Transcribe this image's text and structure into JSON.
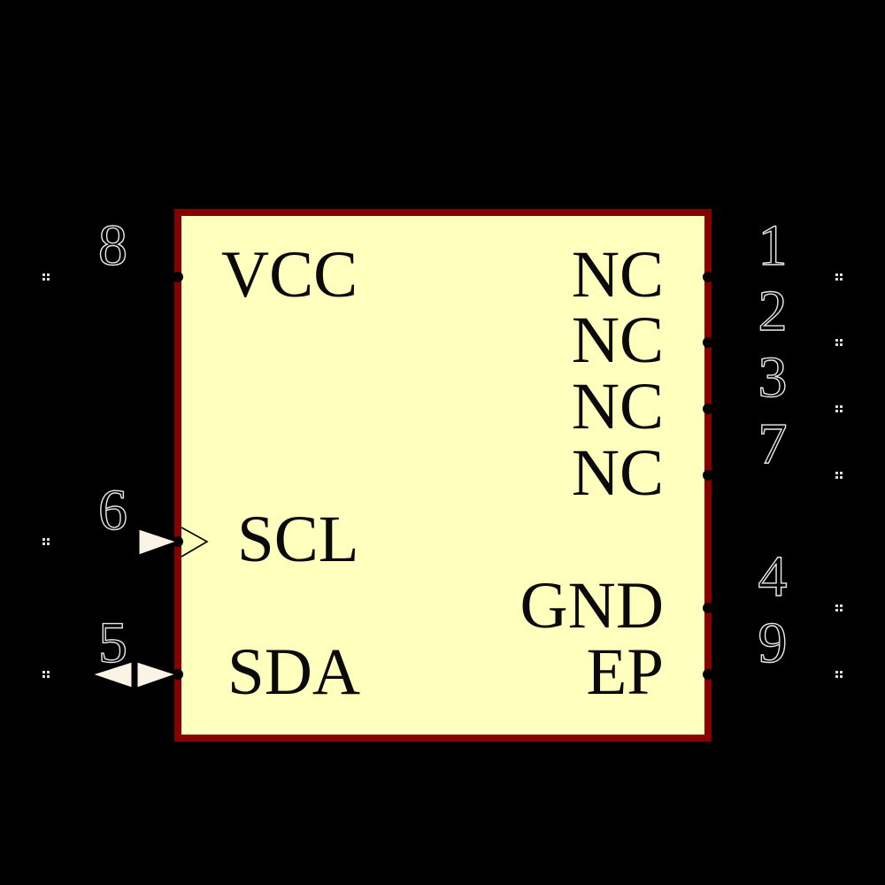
{
  "diagram": {
    "kind": "schematic-symbol",
    "background_color": "#000000",
    "body_fill": "#FFFFBE",
    "body_border_color": "#870000",
    "pin_number_outline_color": "#E6E6E6",
    "endpoint_marker_color": "#DCDCDC",
    "arrow_fill_color": "#FBF4E6",
    "text_color": "#0A0A0A"
  },
  "pins": {
    "left": [
      {
        "number": "8",
        "name": "VCC",
        "type": "power"
      },
      {
        "number": "6",
        "name": "SCL",
        "type": "input-clock"
      },
      {
        "number": "5",
        "name": "SDA",
        "type": "bidirectional"
      }
    ],
    "right": [
      {
        "number": "1",
        "name": "NC",
        "type": "passive"
      },
      {
        "number": "2",
        "name": "NC",
        "type": "passive"
      },
      {
        "number": "3",
        "name": "NC",
        "type": "passive"
      },
      {
        "number": "7",
        "name": "NC",
        "type": "passive"
      },
      {
        "number": "4",
        "name": "GND",
        "type": "power"
      },
      {
        "number": "9",
        "name": "EP",
        "type": "power"
      }
    ]
  }
}
